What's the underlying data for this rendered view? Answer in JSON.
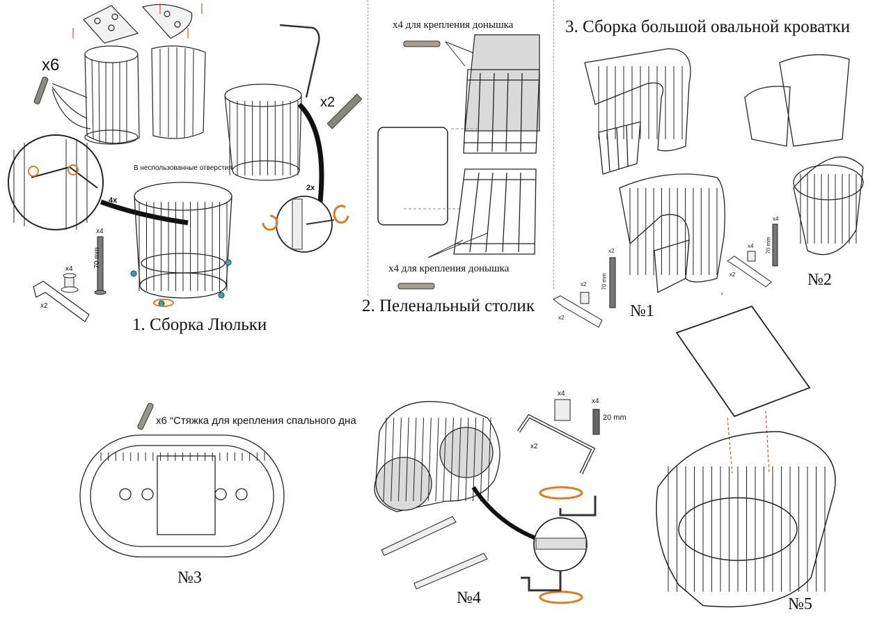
{
  "sections": {
    "s1_title": "1. Сборка Люльки",
    "s2_title": "2. Пеленальный столик",
    "s3_title": "3. Сборка большой овальной кроватки"
  },
  "cradle": {
    "x6": "x6",
    "x2": "x2",
    "unused_holes": "В неспользованные отверстия",
    "four_x": "4x",
    "two_x": "2x",
    "x4": "x4",
    "mm70": "70 mm",
    "x4b": "x4",
    "x2key": "x2"
  },
  "table": {
    "top_note": "x4 для крепления донышка",
    "bottom_note": "x4 для крепления донышка"
  },
  "big_bed": {
    "x2": "x2",
    "mm70a": "70 mm",
    "x2b": "x2",
    "x2key": "x2",
    "x4": "x4",
    "mm70b": "70 mm",
    "x4b": "x4",
    "x2key2": "x2",
    "tiny6": "6",
    "n1": "№1",
    "n2": "№2"
  },
  "bottom": {
    "x6_note": "x6 “Стяжка для крепления спального дна",
    "x4a": "x4",
    "x4b": "x4",
    "mm20": "20 mm",
    "x2": "x2",
    "n3": "№3",
    "n4": "№4",
    "n5": "№5"
  },
  "colors": {
    "line": "#222222",
    "accent": "#e07a1f",
    "red_dash": "#cc3300",
    "panel_fill": "#d9d9d9"
  }
}
